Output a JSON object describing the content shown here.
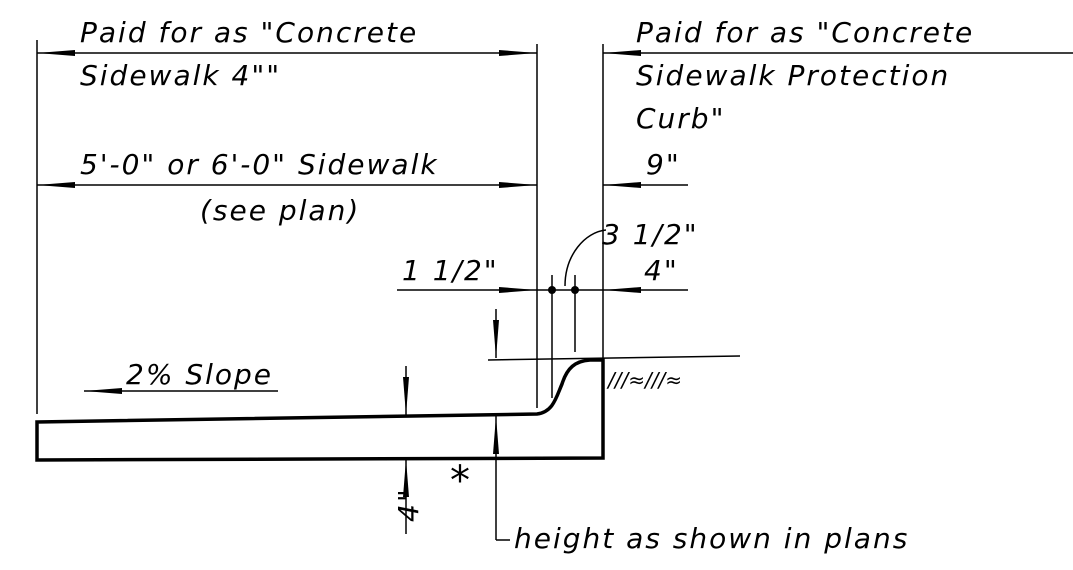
{
  "labels": {
    "paid_sidewalk_line1": "Paid for as \"Concrete",
    "paid_sidewalk_line2": "Sidewalk 4\"\"",
    "paid_curb_line1": "Paid for as \"Concrete",
    "paid_curb_line2": "Sidewalk Protection",
    "paid_curb_line3": "Curb\"",
    "sidewalk_width": "5'-0\" or 6'-0\" Sidewalk",
    "see_plan": "(see plan)",
    "curb_width": "9\"",
    "curb_top": "3 1/2\"",
    "offset_left": "1 1/2\"",
    "offset_right": "4\"",
    "slope": "2% Slope",
    "thickness": "4\"",
    "asterisk": "*",
    "height_note": "height as shown in plans",
    "soil_hatch": "///≈///≈"
  }
}
